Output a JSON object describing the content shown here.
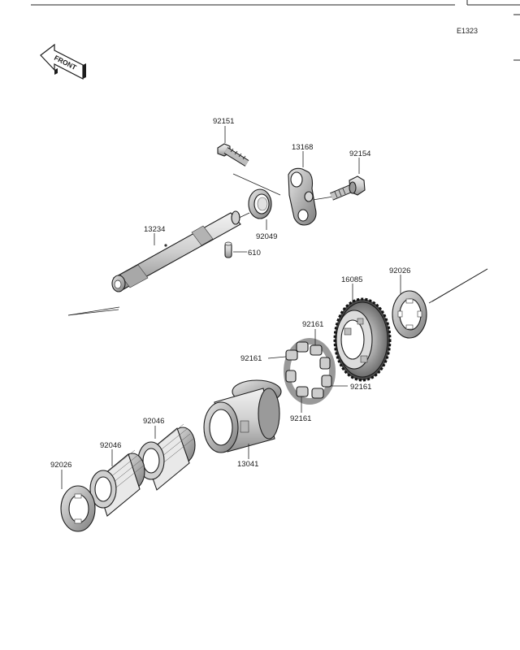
{
  "diagram_code": "E1323",
  "front_label": "FRONT",
  "parts": {
    "bolt_92151": "92151",
    "arm_13168": "13168",
    "bolt_92154": "92154",
    "seal_92049": "92049",
    "shaft_13234": "13234",
    "pin_610": "610",
    "gear_16085": "16085",
    "washer_92026_right": "92026",
    "damper_92161_top": "92161",
    "damper_92161_left": "92161",
    "damper_92161_right": "92161",
    "damper_92161_bottom": "92161",
    "hub_13041": "13041",
    "bearing_92046_right": "92046",
    "bearing_92046_left": "92046",
    "washer_92026_left": "92026"
  }
}
